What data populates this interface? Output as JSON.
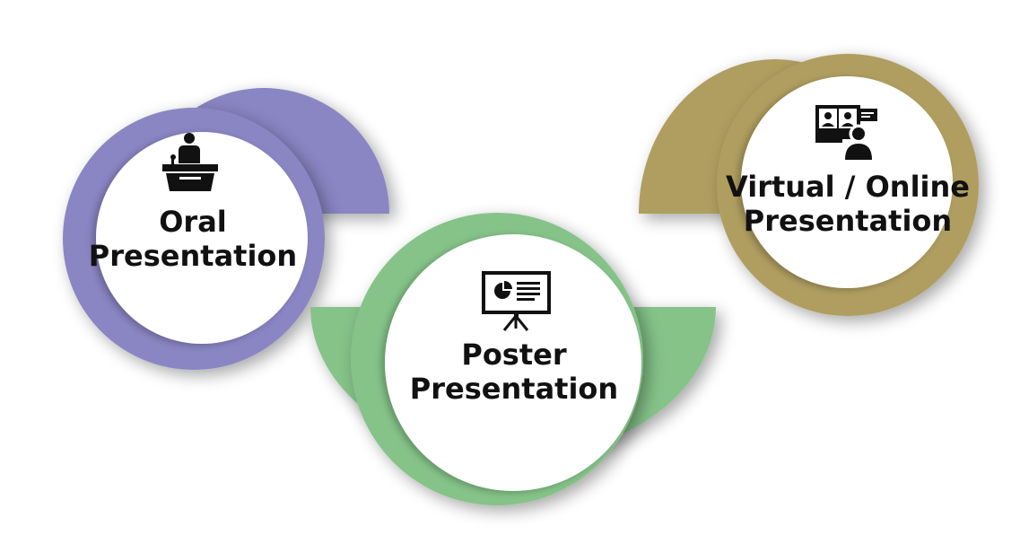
{
  "colors": {
    "oral": "#8a85c3",
    "poster": "#85c389",
    "virtual": "#b09e60",
    "circle_fill": "#ffffff",
    "text": "#111111",
    "icon": "#111111"
  },
  "items": [
    {
      "id": "oral",
      "icon": "podium-speaker-icon",
      "label_line1": "Oral",
      "label_line2": "Presentation"
    },
    {
      "id": "poster",
      "icon": "presentation-board-icon",
      "label_line1": "Poster",
      "label_line2": "Presentation"
    },
    {
      "id": "virtual",
      "icon": "video-conference-icon",
      "label_line1": "Virtual / Online",
      "label_line2": "Presentation"
    }
  ]
}
